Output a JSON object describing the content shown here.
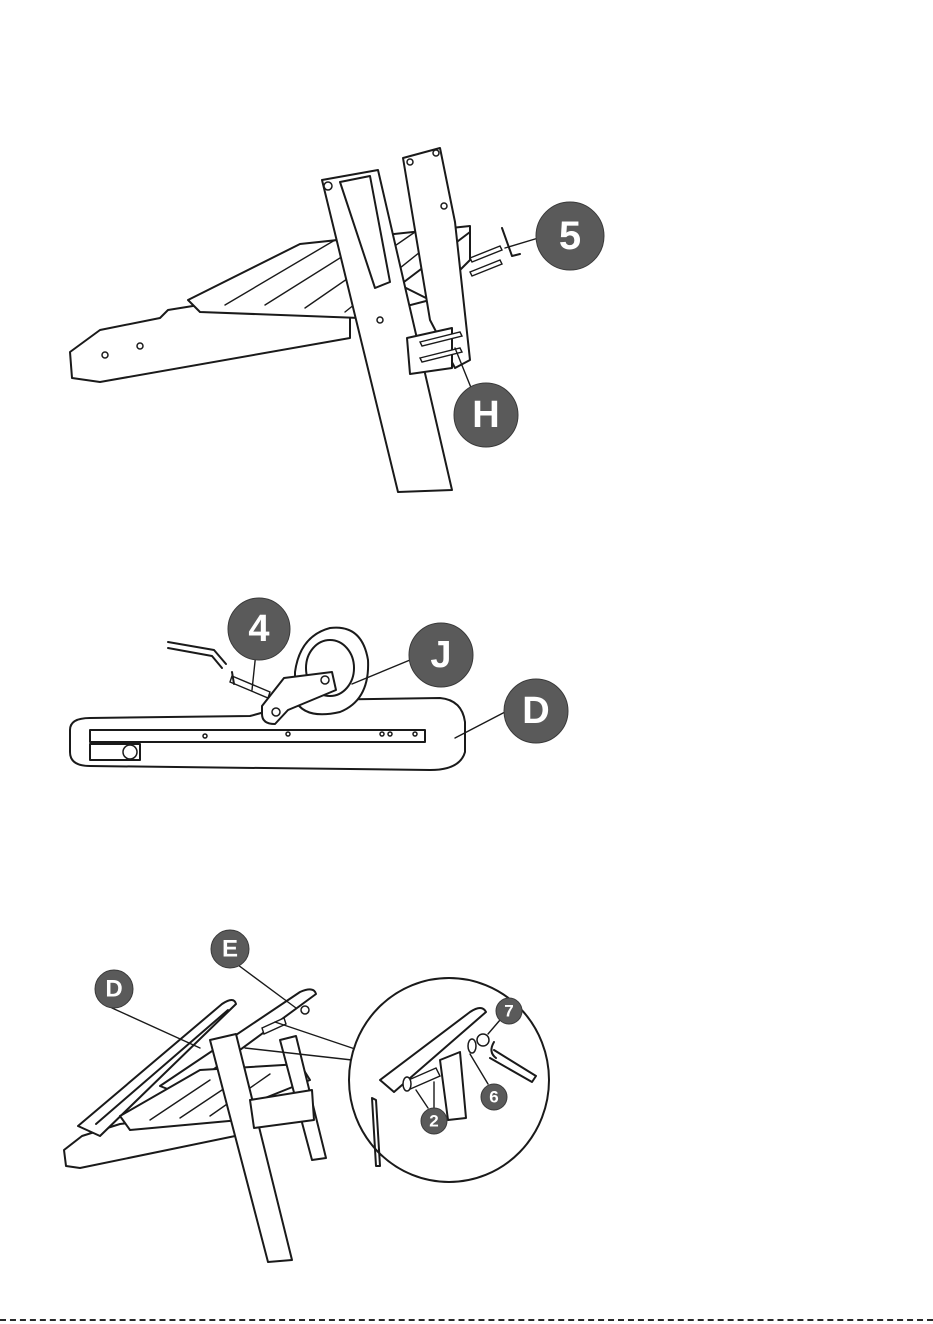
{
  "step1": {
    "callouts": [
      "5",
      "H"
    ]
  },
  "step2": {
    "callouts": [
      "4",
      "J",
      "D"
    ]
  },
  "step3": {
    "callouts": [
      "E",
      "D",
      "7",
      "6",
      "2"
    ]
  }
}
